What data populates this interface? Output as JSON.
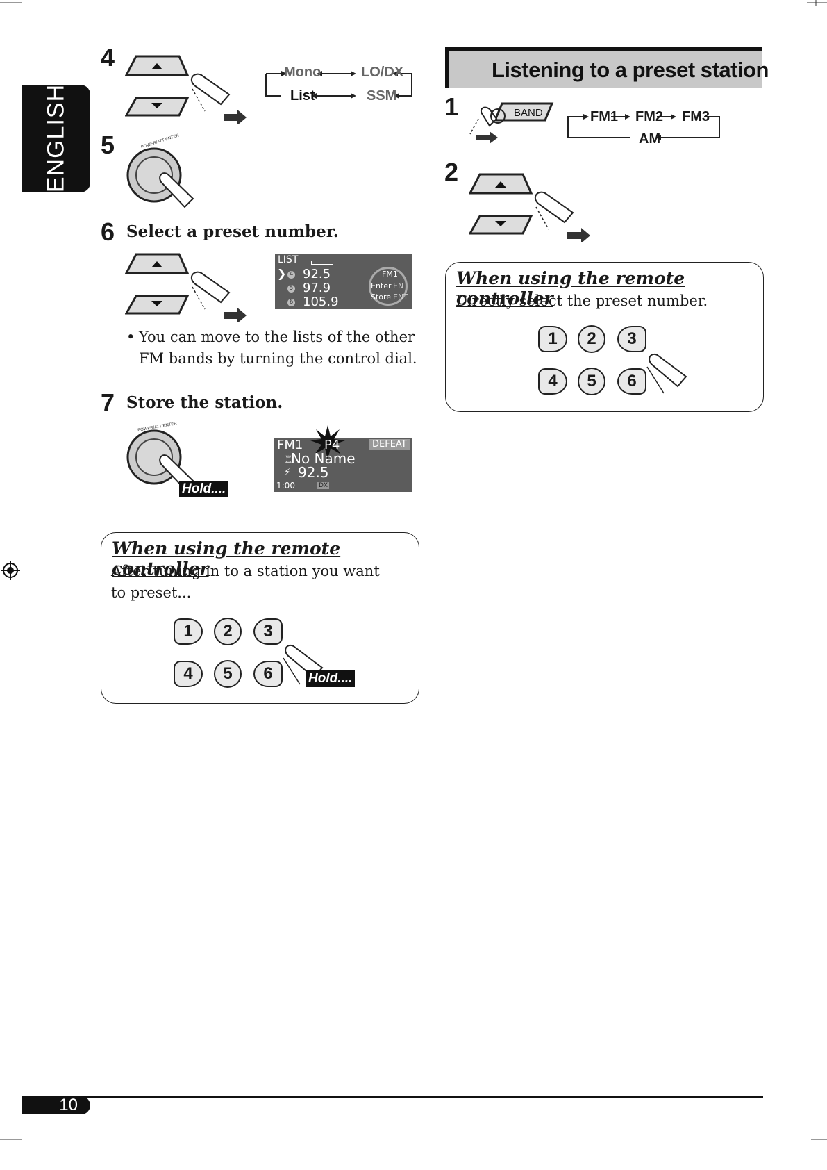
{
  "language_tab": "ENGLISH",
  "page_number": "10",
  "left": {
    "step4": {
      "num": "4",
      "modes": [
        "Mono",
        "LO/DX",
        "List",
        "SSM"
      ]
    },
    "step5": {
      "num": "5",
      "dial_label": "POWER/ATT/ENTER"
    },
    "step6": {
      "num": "6",
      "title": "Select a preset number.",
      "lcd": {
        "header": "LIST",
        "rows": [
          {
            "n": "4",
            "freq": "92.5"
          },
          {
            "n": "5",
            "freq": "97.9"
          },
          {
            "n": "6",
            "freq": "105.9"
          }
        ],
        "band": "FM1",
        "enter": "Enter",
        "store": "Store",
        "ent": "ENT"
      },
      "bullet": "You can move to the lists of the other FM bands by turning the control dial."
    },
    "step7": {
      "num": "7",
      "title": "Store the station.",
      "dial_label": "POWER/ATT/ENTER",
      "hold": "Hold....",
      "lcd": {
        "band": "FM1",
        "preset": "P4",
        "defeat": "DEFEAT",
        "name": "No Name",
        "freq": "92.5",
        "time": "1:00",
        "dx": "DX"
      }
    },
    "remote": {
      "title": "When using the remote controller",
      "text": "After tuning in to a station you want to preset...",
      "keys": [
        "1",
        "2",
        "3",
        "4",
        "5",
        "6"
      ],
      "hold": "Hold...."
    }
  },
  "right": {
    "section_title": "Listening to a preset station",
    "step1": {
      "num": "1",
      "button": "BAND",
      "bands": [
        "FM1",
        "FM2",
        "FM3",
        "AM"
      ]
    },
    "step2": {
      "num": "2"
    },
    "remote": {
      "title": "When using the remote controller",
      "text": "Directly select the preset number.",
      "keys": [
        "1",
        "2",
        "3",
        "4",
        "5",
        "6"
      ]
    }
  }
}
